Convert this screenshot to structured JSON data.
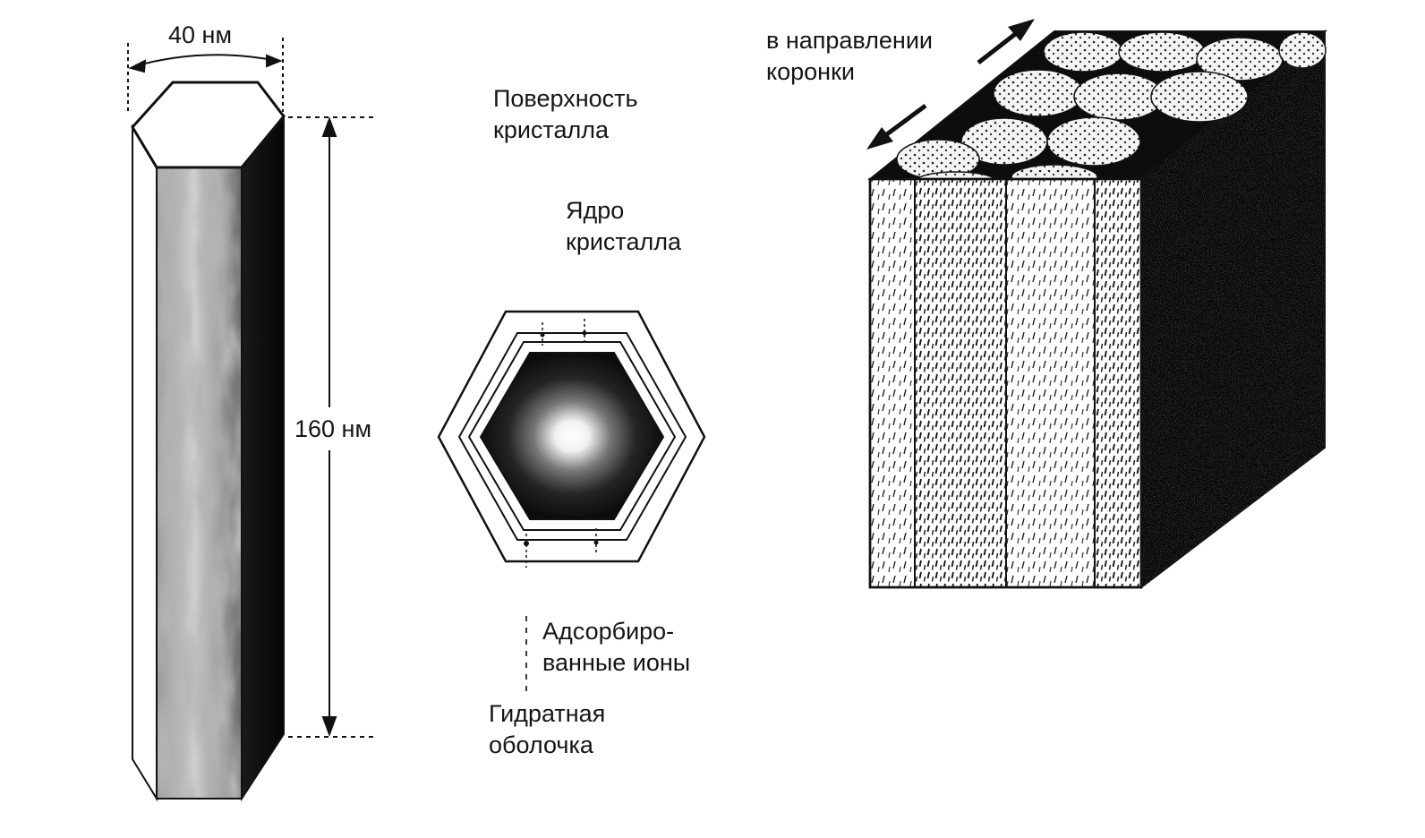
{
  "colors": {
    "ink": "#111111",
    "paper": "#ffffff"
  },
  "crystal": {
    "width_label": "40 нм",
    "length_label": "160 нм"
  },
  "cross_section": {
    "surface_label": [
      "Поверхность",
      "кристалла"
    ],
    "core_label": [
      "Ядро",
      "кристалла"
    ],
    "adsorbed_label": [
      "Адсорбиро-",
      "ванные ионы"
    ],
    "hydrate_label": [
      "Гидратная",
      "оболочка"
    ]
  },
  "prism_block": {
    "direction_label": [
      "в направлении",
      "коронки"
    ]
  }
}
